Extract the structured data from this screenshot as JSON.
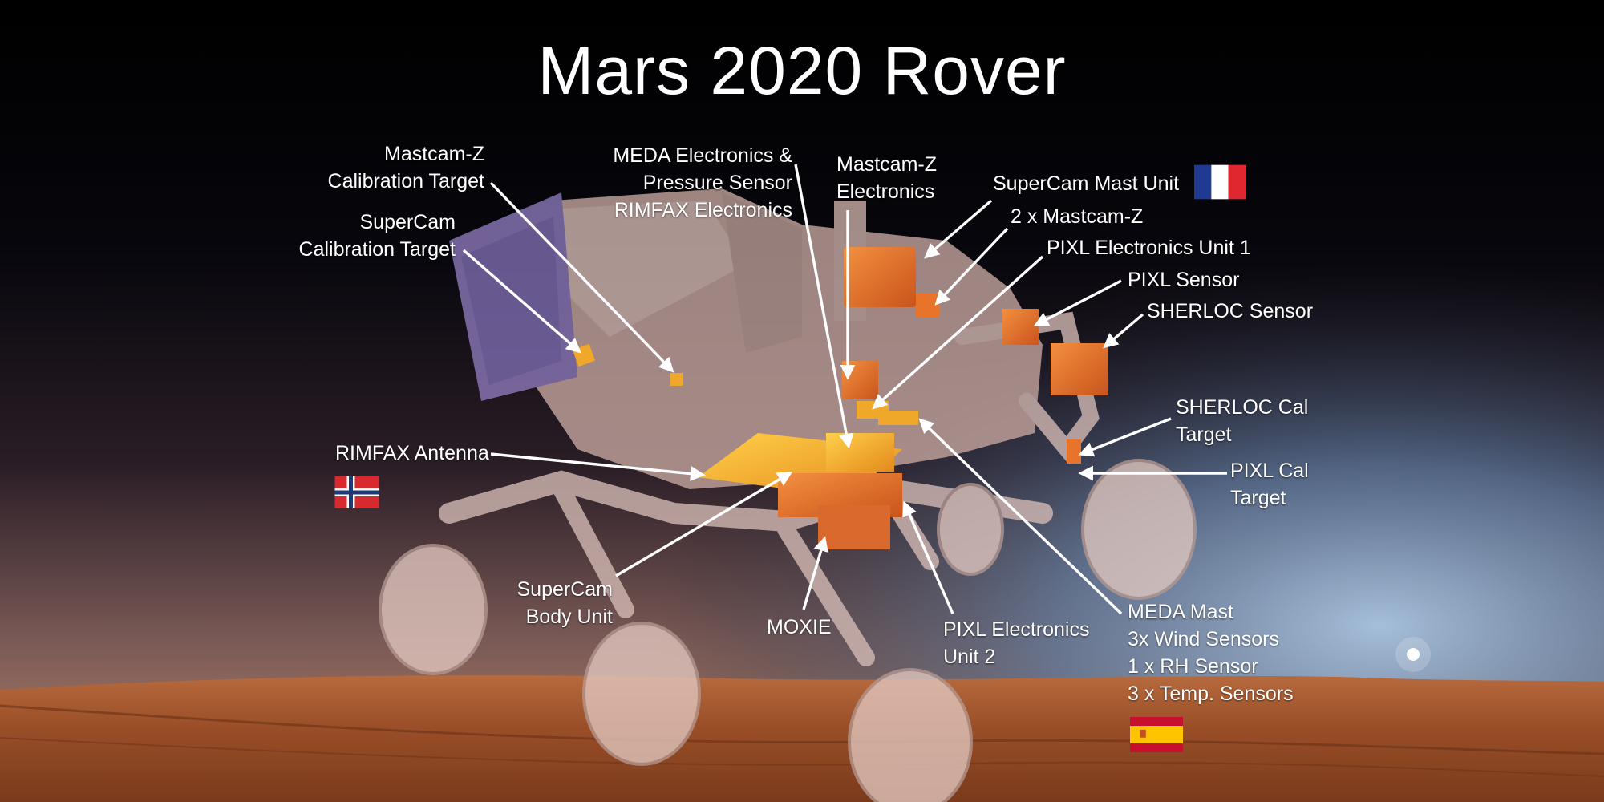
{
  "title": "Mars 2020 Rover",
  "labels": {
    "mastcam_cal": [
      "Mastcam-Z",
      "Calibration Target"
    ],
    "supercam_cal": [
      "SuperCam",
      "Calibration Target"
    ],
    "meda_electronics": [
      "MEDA Electronics &",
      "Pressure Sensor",
      "RIMFAX Electronics"
    ],
    "mastcam_electronics": [
      "Mastcam-Z",
      "Electronics"
    ],
    "supercam_mast": "SuperCam Mast Unit",
    "mastcam_2x": "2 x Mastcam-Z",
    "pixl_eu1": "PIXL Electronics Unit 1",
    "pixl_sensor": "PIXL Sensor",
    "sherloc_sensor": "SHERLOC Sensor",
    "sherloc_cal": [
      "SHERLOC Cal",
      "Target"
    ],
    "pixl_cal": [
      "PIXL Cal",
      "Target"
    ],
    "rimfax_antenna": "RIMFAX Antenna",
    "supercam_body": [
      "SuperCam",
      "Body Unit"
    ],
    "moxie": "MOXIE",
    "pixl_eu2": [
      "PIXL Electronics",
      "Unit 2"
    ],
    "meda_mast": [
      "MEDA Mast",
      "3x Wind Sensors",
      "1 x RH Sensor",
      "3 x Temp. Sensors"
    ]
  },
  "flags": {
    "france": "france-flag",
    "norway": "norway-flag",
    "spain": "spain-flag"
  },
  "colors": {
    "instrument_orange": "#e8732a",
    "instrument_gold": "#f0a82a",
    "rover_body": "#c9a9a2",
    "mars_ground": "#a2552c",
    "sky_blue": "#6f8fb4"
  }
}
